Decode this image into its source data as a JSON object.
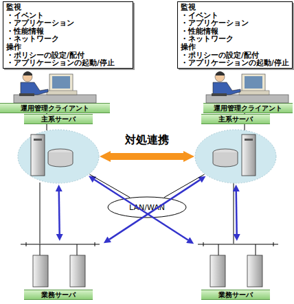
{
  "diagram": {
    "nodes": [
      {
        "text": [
          "監視",
          "・イベント",
          "・アプリケーション",
          "・性能情報",
          "・ネットワーク",
          "操作",
          "・ポリシーの設定/配付",
          "・アプリケーションの起動/停止"
        ]
      },
      {
        "text": [
          "監視",
          "・イベント",
          "・アプリケーション",
          "・性能情報",
          "・ネットワーク",
          "操作",
          "・ポリシーの設定/配付",
          "・アプリケーションの起動/停止"
        ]
      },
      {
        "text": [
          "運用管理クライアント"
        ]
      },
      {
        "text": [
          "運用管理クライアント"
        ]
      },
      {
        "text": [
          "主系サーバ"
        ]
      },
      {
        "text": [
          "主系サーバ"
        ]
      },
      {
        "text": [
          "LAN/WAN"
        ]
      },
      {
        "text": [
          "業務サーバ"
        ]
      },
      {
        "text": [
          "業務サーバ"
        ]
      }
    ],
    "edges": [
      {
        "from": 4,
        "to": 5,
        "label": "対処連携",
        "arrow": "both"
      },
      {
        "from": 4,
        "to": 7,
        "arrow": "both"
      },
      {
        "from": 5,
        "to": 8,
        "arrow": "both"
      },
      {
        "from": 4,
        "to": 8,
        "arrow": "both"
      },
      {
        "from": 5,
        "to": 7,
        "arrow": "both"
      },
      {
        "from": 4,
        "to": 6,
        "arrow": "none"
      },
      {
        "from": 5,
        "to": 6,
        "arrow": "none"
      }
    ]
  }
}
